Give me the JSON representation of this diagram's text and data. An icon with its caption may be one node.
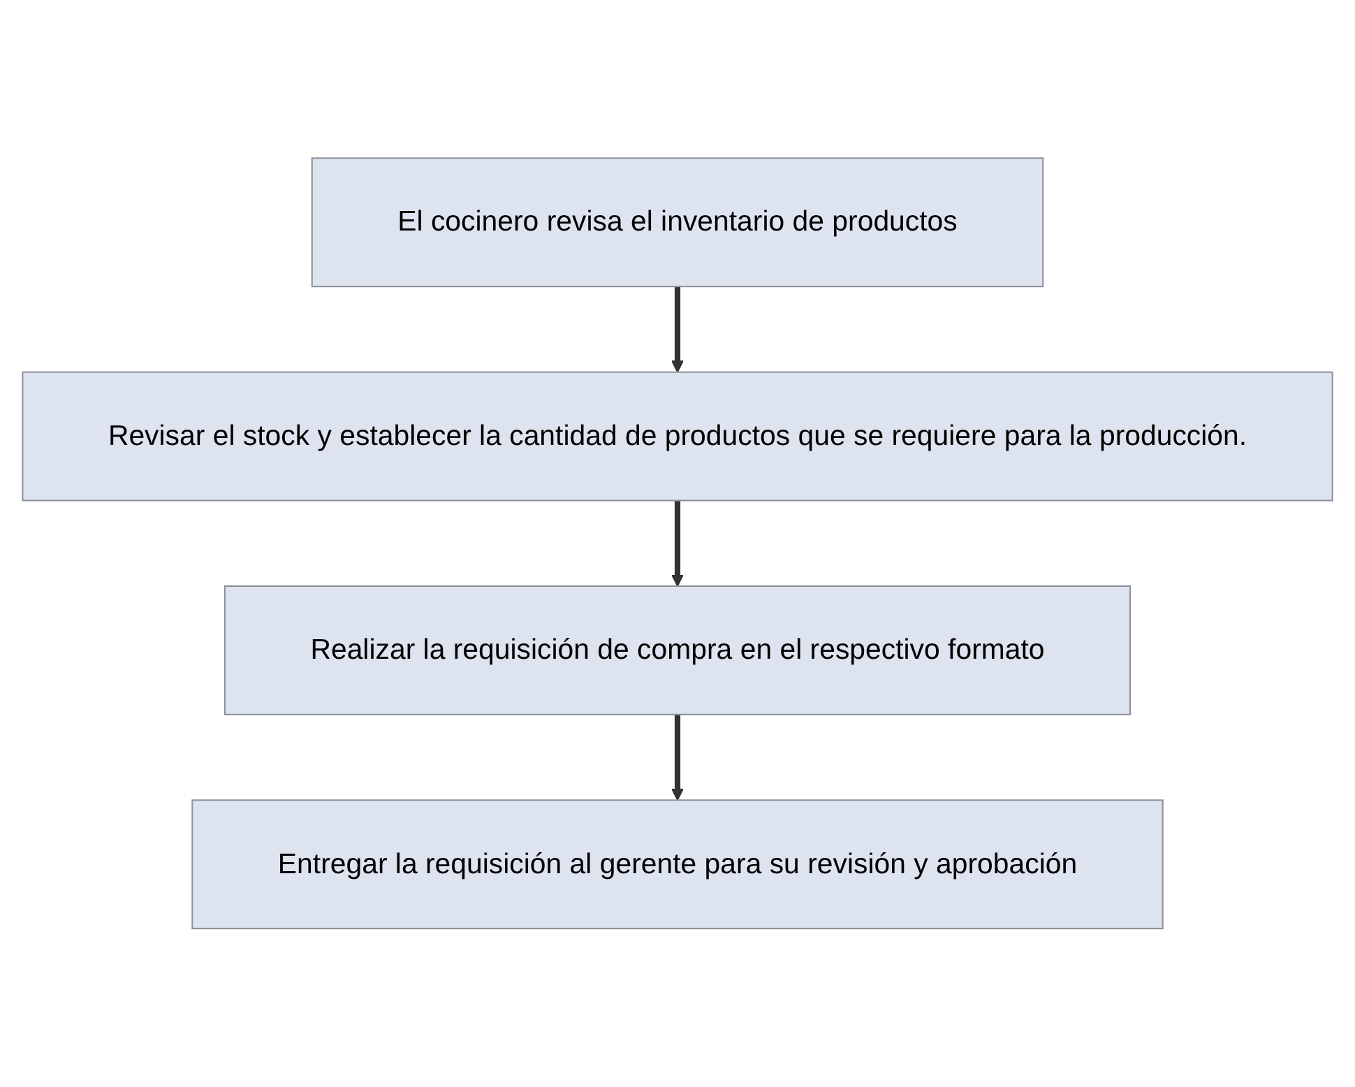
{
  "diagram": {
    "nodes": [
      {
        "text": [
          "El cocinero revisa el inventario de productos"
        ]
      },
      {
        "text": [
          "Revisar el stock y establecer la cantidad de productos que se requiere para la producción."
        ]
      },
      {
        "text": [
          "Realizar la requisición de compra en el respectivo formato"
        ]
      },
      {
        "text": [
          "Entregar la requisición al gerente para su revisión y aprobación"
        ]
      }
    ],
    "edges": [
      {
        "from": 0,
        "to": 1,
        "arrow": "to"
      },
      {
        "from": 1,
        "to": 2,
        "arrow": "to"
      },
      {
        "from": 2,
        "to": 3,
        "arrow": "to"
      }
    ]
  }
}
